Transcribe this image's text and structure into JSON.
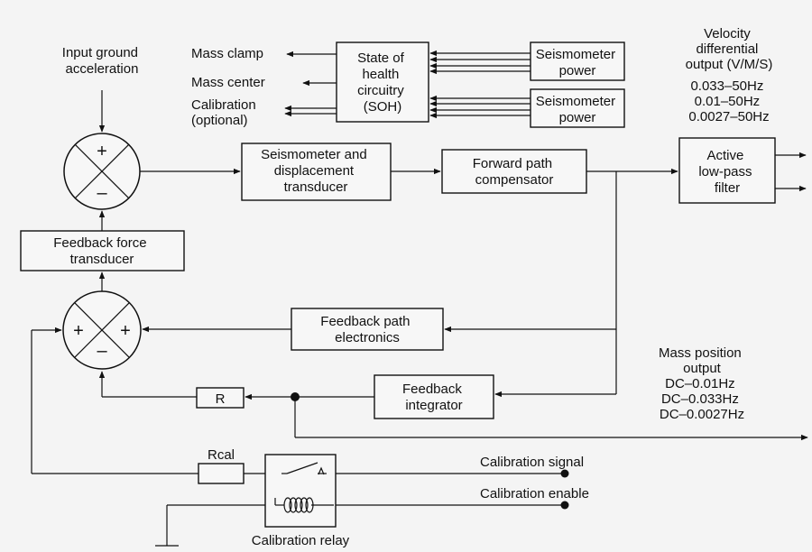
{
  "inputs": {
    "ground_accel": [
      "Input ground",
      "acceleration"
    ]
  },
  "soh_outputs": {
    "mass_clamp": "Mass clamp",
    "mass_center": "Mass center",
    "calibration": [
      "Calibration",
      "(optional)"
    ]
  },
  "blocks": {
    "soh": [
      "State of",
      "health",
      "circuitry",
      "(SOH)"
    ],
    "power1": [
      "Seismometer",
      "power"
    ],
    "power2": [
      "Seismometer",
      "power"
    ],
    "seismometer": [
      "Seismometer and",
      "displacement",
      "transducer"
    ],
    "forward": [
      "Forward path",
      "compensator"
    ],
    "lowpass": [
      "Active",
      "low-pass",
      "filter"
    ],
    "feedback_force": [
      "Feedback force",
      "transducer"
    ],
    "feedback_path": [
      "Feedback path",
      "electronics"
    ],
    "feedback_integrator": [
      "Feedback",
      "integrator"
    ],
    "resistor": "R",
    "rcal": "Rcal",
    "calibration_relay": "Calibration relay"
  },
  "velocity_output": {
    "title": [
      "Velocity",
      "differential",
      "output (V/M/S)"
    ],
    "bands": [
      "0.033–50Hz",
      "0.01–50Hz",
      "0.0027–50Hz"
    ]
  },
  "mass_position_output": {
    "title": [
      "Mass position",
      "output"
    ],
    "bands": [
      "DC–0.01Hz",
      "DC–0.033Hz",
      "DC–0.0027Hz"
    ]
  },
  "calibration": {
    "signal": "Calibration signal",
    "enable": "Calibration enable"
  },
  "summing_junctions": {
    "top": {
      "top": "+",
      "bottom": "–"
    },
    "bottom": {
      "left": "+",
      "right": "+",
      "bottom": "–"
    }
  }
}
